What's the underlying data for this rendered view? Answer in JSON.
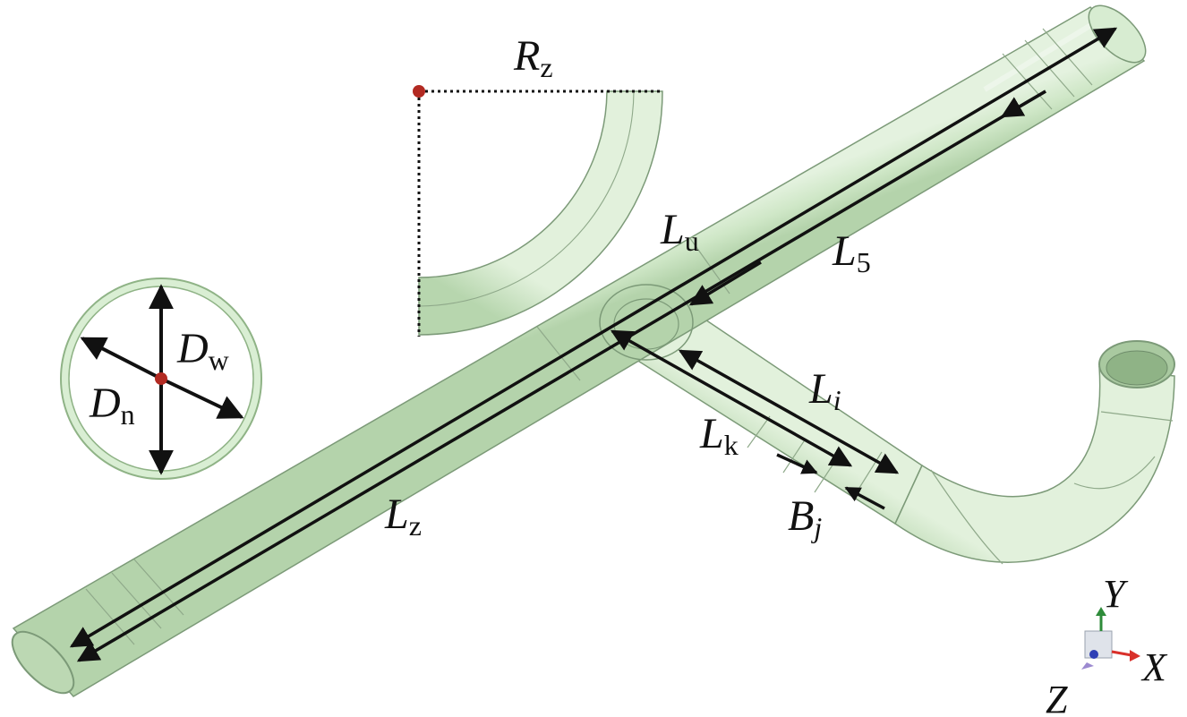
{
  "diagram": {
    "labels": {
      "rz": {
        "main": "R",
        "sub": "z"
      },
      "lu": {
        "main": "L",
        "sub": "u"
      },
      "l5": {
        "main": "L",
        "sub": "5"
      },
      "li": {
        "main": "L",
        "sub": "i"
      },
      "lk": {
        "main": "L",
        "sub": "k"
      },
      "bj": {
        "main": "B",
        "sub": "j"
      },
      "lz": {
        "main": "L",
        "sub": "z"
      },
      "dw": {
        "main": "D",
        "sub": "w"
      },
      "dn": {
        "main": "D",
        "sub": "n"
      }
    },
    "axes": {
      "x": "X",
      "y": "Y",
      "z": "Z"
    },
    "colors": {
      "pipe_fill": "#cfe8c8",
      "pipe_light": "#e6f4e2",
      "pipe_edge": "#7c9a78",
      "seam": "#8fa98a",
      "arrow": "#111111",
      "center_point": "#b22a22"
    }
  }
}
